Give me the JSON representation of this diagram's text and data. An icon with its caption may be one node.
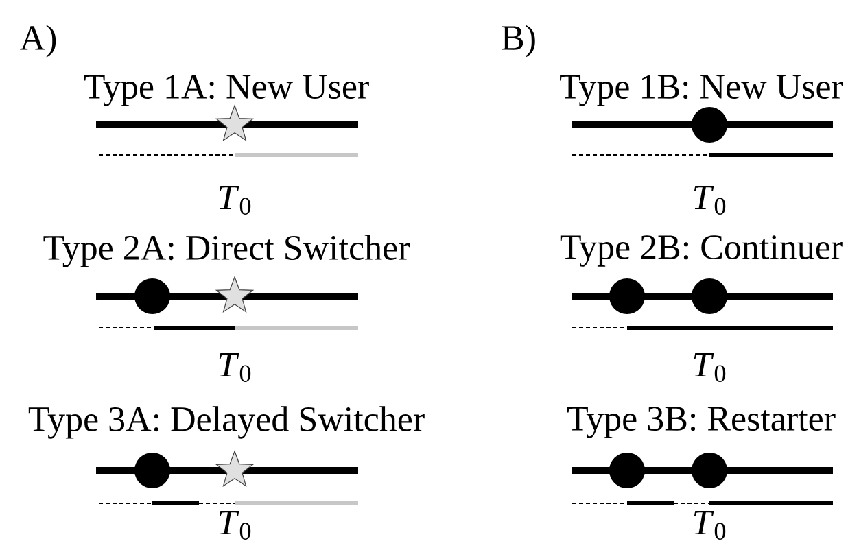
{
  "diagram": {
    "labels": [
      "A)",
      "B)",
      "Type 1A: New User",
      "Type 1B: New User",
      "*T*$_{0}$",
      "*T*$_{0}$",
      "Type 2A: Direct Switcher",
      "Type 2B: Continuer",
      "*T*$_{0}$",
      "*T*$_{0}$",
      "Type 3A: Delayed Switcher",
      "Type 3B: Restarter",
      "*T*$_{0}$",
      "*T*$_{0}$"
    ]
  }
}
